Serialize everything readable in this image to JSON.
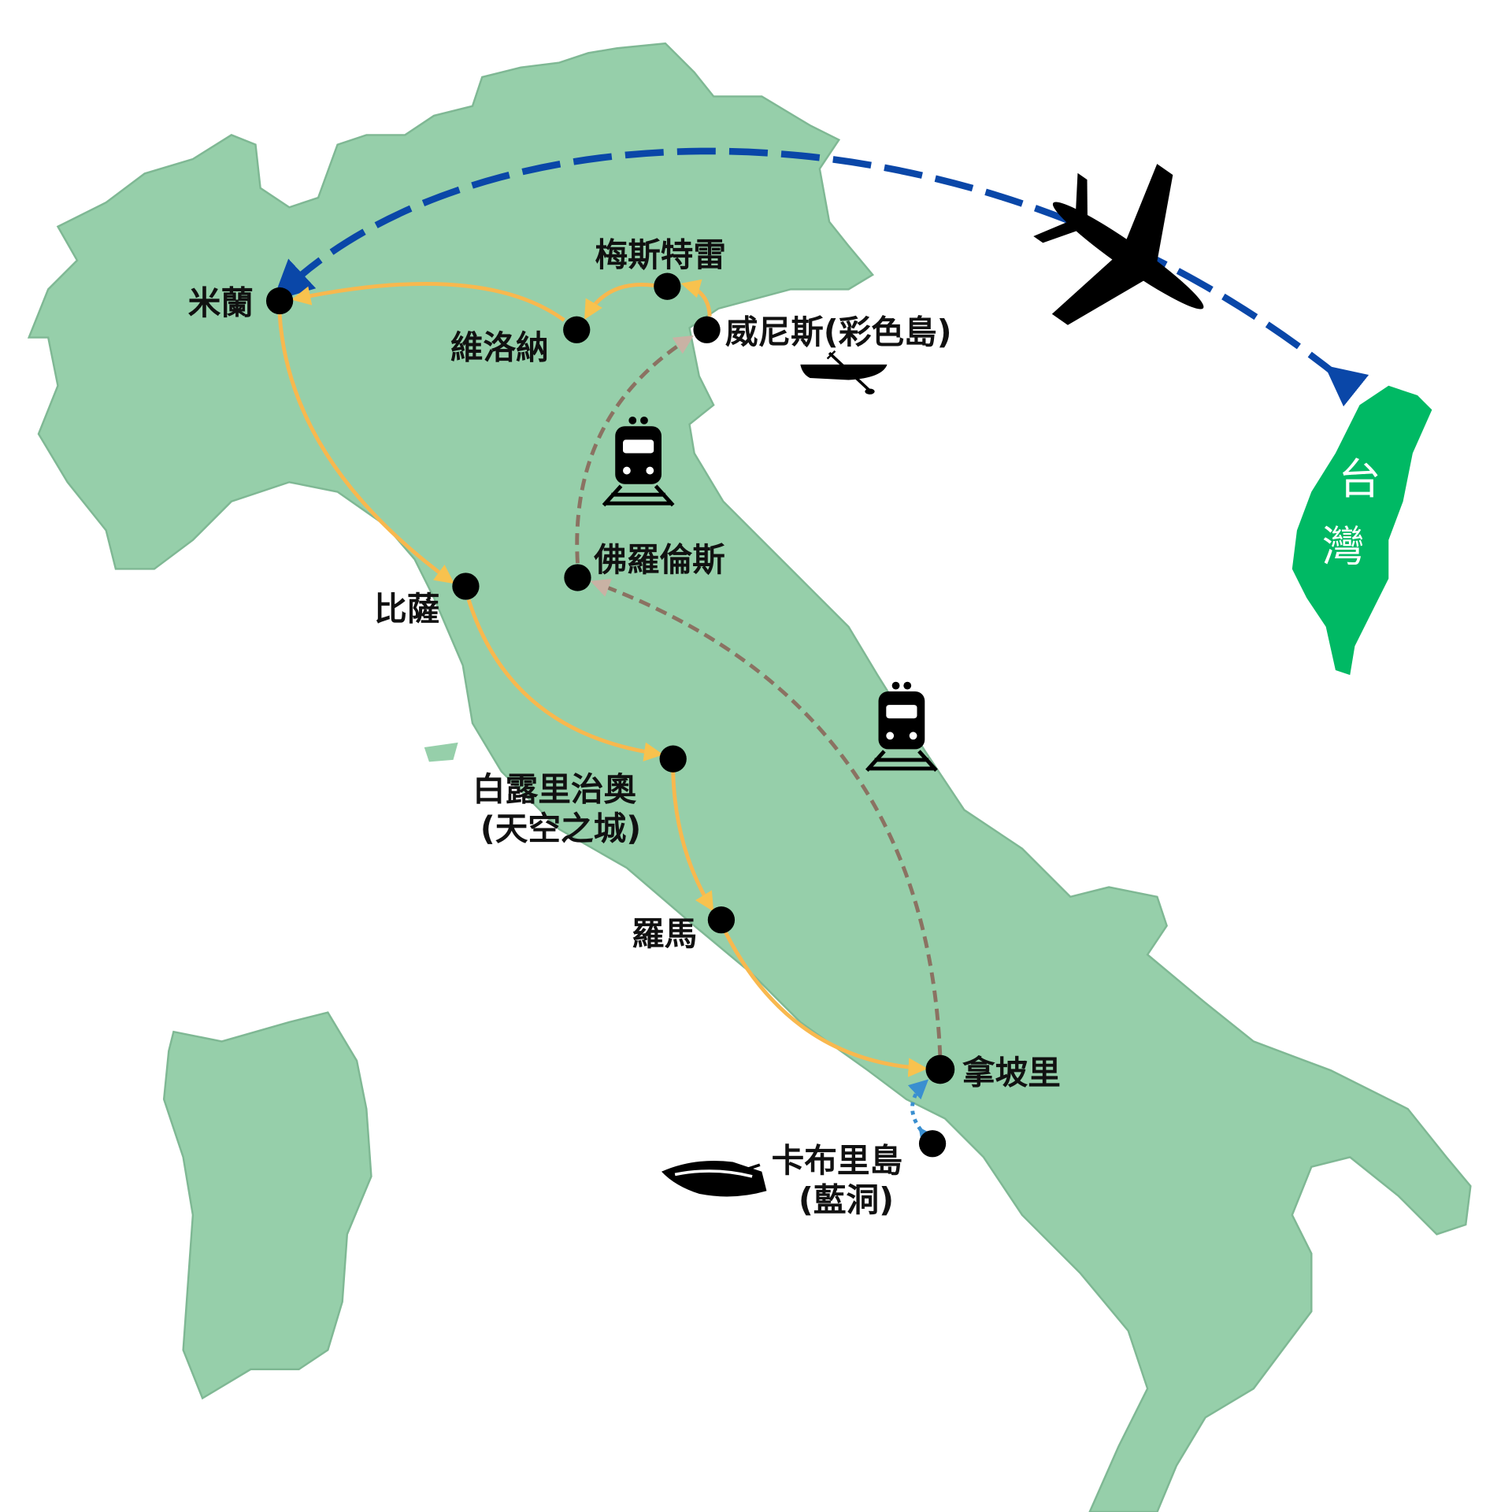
{
  "colors": {
    "land": "#96cfaa",
    "taiwan": "#00b964",
    "flight_route": "#0a47a8",
    "travel_route": "#f8b84e",
    "train_route": "#8b7262",
    "boat_route": "#3a8fd0",
    "city_dot": "#000000"
  },
  "destination": {
    "label_line1": "台",
    "label_line2": "灣"
  },
  "cities": [
    {
      "id": "milan",
      "label": "米蘭"
    },
    {
      "id": "verona",
      "label": "維洛納"
    },
    {
      "id": "mestre",
      "label": "梅斯特雷"
    },
    {
      "id": "venice",
      "label": "威尼斯(彩色島)"
    },
    {
      "id": "florence",
      "label": "佛羅倫斯"
    },
    {
      "id": "pisa",
      "label": "比薩"
    },
    {
      "id": "orvieto",
      "label_line1": "白露里治奧",
      "label_line2": "(天空之城)"
    },
    {
      "id": "rome",
      "label": "羅馬"
    },
    {
      "id": "naples",
      "label": "拿坡里"
    },
    {
      "id": "capri",
      "label_line1": "卡布里島",
      "label_line2": "(藍洞)"
    }
  ],
  "icons": [
    "airplane-icon",
    "train-icon",
    "train-icon",
    "gondola-icon",
    "speedboat-icon"
  ]
}
